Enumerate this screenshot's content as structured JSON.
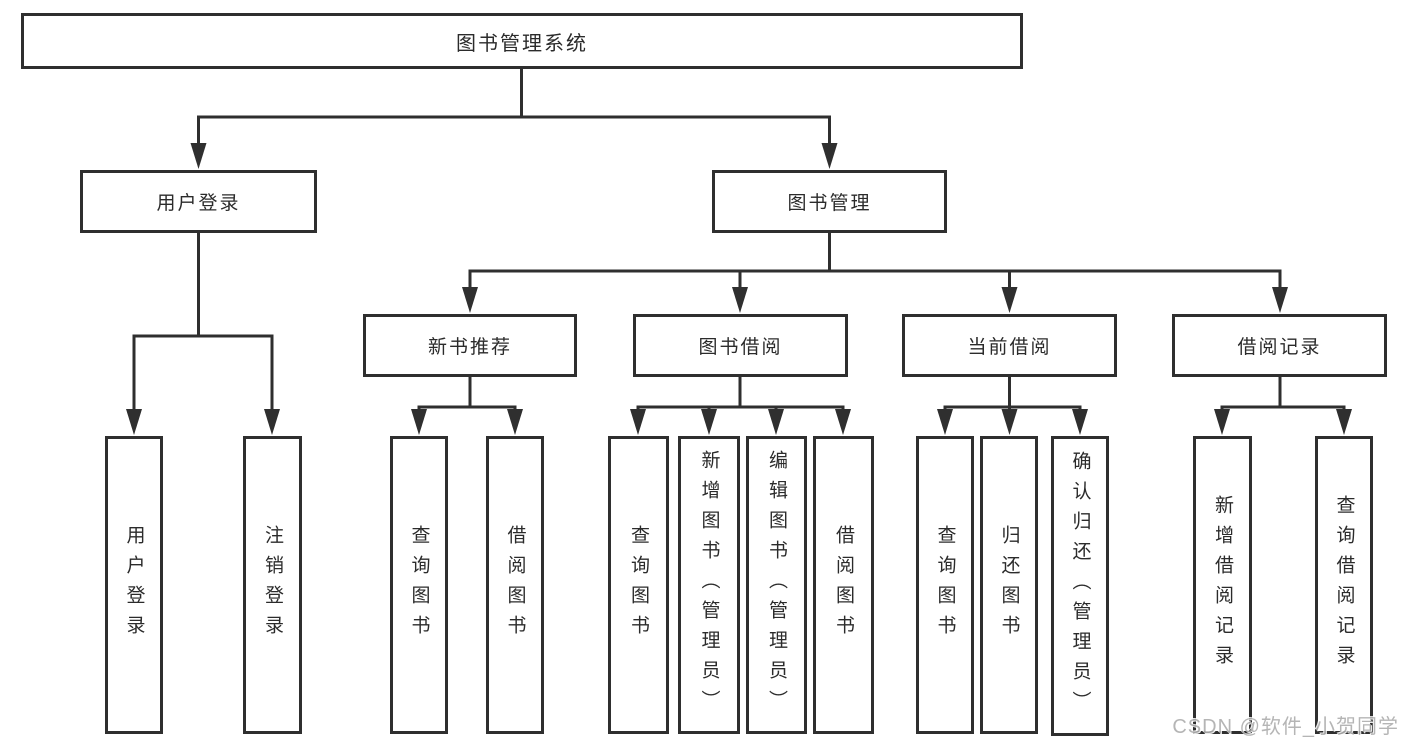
{
  "diagram": {
    "root": {
      "label": "图书管理系统"
    },
    "level2": [
      {
        "id": "user-login",
        "label": "用户登录"
      },
      {
        "id": "book-management",
        "label": "图书管理"
      }
    ],
    "level3": [
      {
        "id": "new-book-recommend",
        "label": "新书推荐"
      },
      {
        "id": "book-borrowing",
        "label": "图书借阅"
      },
      {
        "id": "current-borrowing",
        "label": "当前借阅"
      },
      {
        "id": "borrowing-records",
        "label": "借阅记录"
      }
    ],
    "leaves": [
      {
        "id": "user-login-leaf",
        "label": "用户登录"
      },
      {
        "id": "logout",
        "label": "注销登录"
      },
      {
        "id": "newbook-query-books",
        "label": "查询图书"
      },
      {
        "id": "newbook-borrow-books",
        "label": "借阅图书"
      },
      {
        "id": "borrow-query-books",
        "label": "查询图书"
      },
      {
        "id": "borrow-add-books-admin",
        "label": "新增图书（管理员）"
      },
      {
        "id": "borrow-edit-books-admin",
        "label": "编辑图书（管理员）"
      },
      {
        "id": "borrow-borrow-books",
        "label": "借阅图书"
      },
      {
        "id": "current-query-books",
        "label": "查询图书"
      },
      {
        "id": "current-return-books",
        "label": "归还图书"
      },
      {
        "id": "current-confirm-return-admin",
        "label": "确认归还（管理员）"
      },
      {
        "id": "records-add-record",
        "label": "新增借阅记录"
      },
      {
        "id": "records-query-record",
        "label": "查询借阅记录"
      }
    ]
  },
  "watermark": {
    "text": "CSDN @软件_小贺同学"
  },
  "colors": {
    "line": "#2f2f2f",
    "box_border": "#2f2f2f",
    "box_fill": "#ffffff",
    "text": "#2b2b2b",
    "watermark": "#aeaeae",
    "background": "#ffffff"
  }
}
